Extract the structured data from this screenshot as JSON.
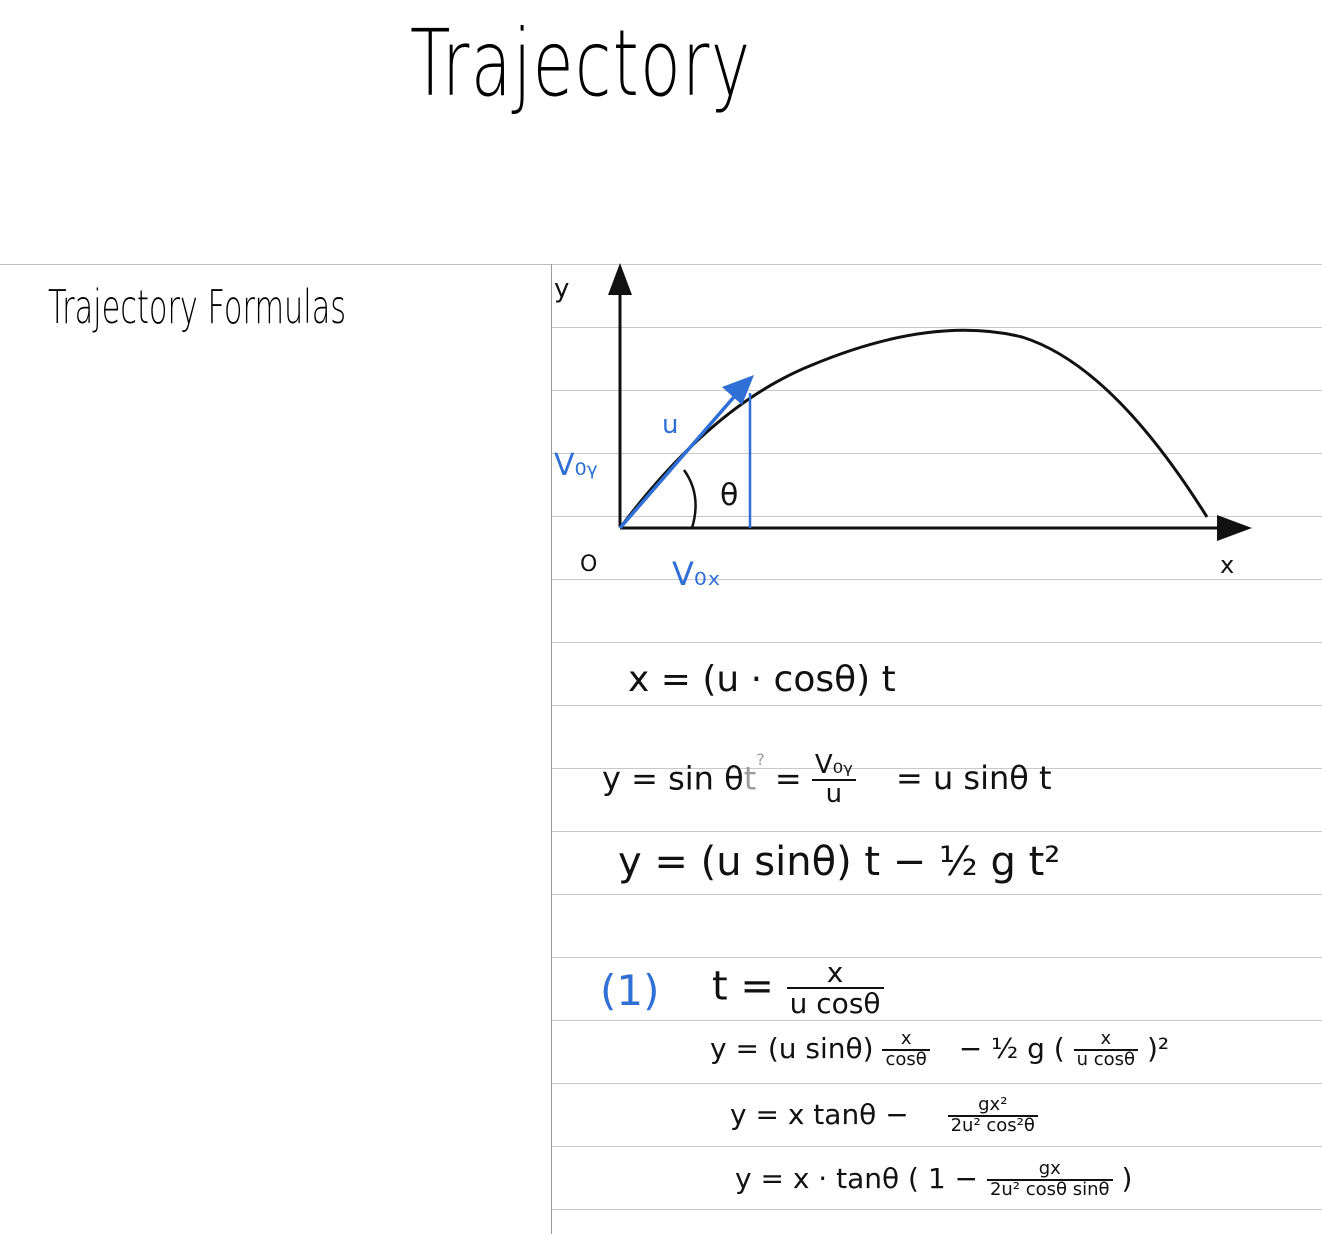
{
  "title": "Trajectory",
  "section_title": "Trajectory Formulas",
  "graph": {
    "axis_y_label": "y",
    "axis_x_label": "x",
    "origin_label": "O",
    "velocity_label": "u",
    "vy_label": "V₀ᵧ",
    "vx_label": "V₀ₓ",
    "angle_label": "θ",
    "colors": {
      "ink": "#111111",
      "accent": "#2f6fd6"
    }
  },
  "equations": {
    "x_eq": "x = (u · cosθ) t",
    "y_line1_left": "y = sin θ",
    "y_line1_mark": "t",
    "y_line1_question": "?",
    "y_line1_eq": "=",
    "y_line1_num": "V₀ᵧ",
    "y_line1_den": "u",
    "y_line1_right": "=  u sinθ t",
    "y_eq2": "y = (u sinθ) t − ½ g t²",
    "step_label": "(1)",
    "t_lhs": "t =",
    "t_num": "x",
    "t_den": "u cosθ",
    "sub_lhs": "y = (u  sinθ)",
    "sub_frac1_num": "x",
    "sub_frac1_den": "cosθ",
    "sub_minus": "− ½ g (",
    "sub_frac2_num": "x",
    "sub_frac2_den": "u cosθ",
    "sub_close": ")²",
    "simp_lhs": "y = x tanθ  −",
    "simp_num": "gx²",
    "simp_den": "2u² cos²θ",
    "final_lhs": "y = x · tanθ ( 1 −",
    "final_num": "gx",
    "final_den": "2u² cosθ sinθ",
    "final_close": ")"
  }
}
